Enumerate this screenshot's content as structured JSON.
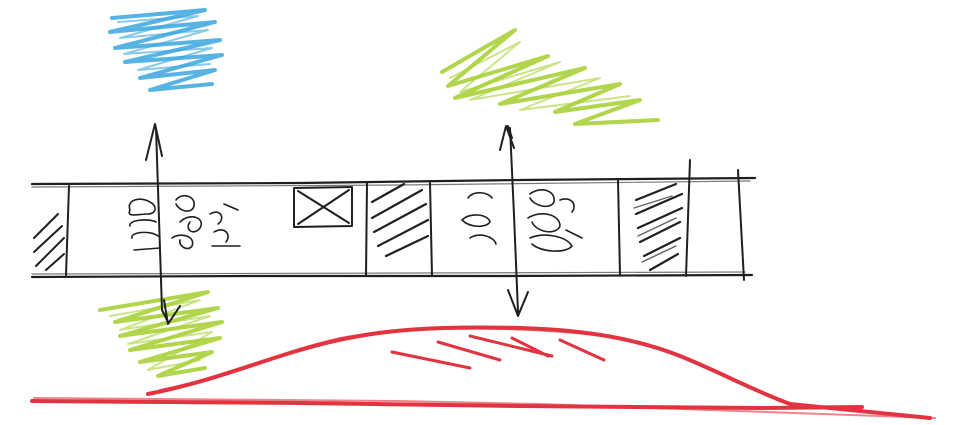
{
  "diagram": {
    "title": "",
    "colors": {
      "ink": "#1f1f1f",
      "blue_scribble": "#3aa6de",
      "green_scribble": "#a8d23a",
      "red_curve": "#e23340",
      "background": "#ffffff"
    },
    "filmstrip": {
      "cells": [
        {
          "content": "hatched"
        },
        {
          "content": "scribbled-figure"
        },
        {
          "content": "crossed-box"
        },
        {
          "content": "hatched"
        },
        {
          "content": "scribbled-figure"
        },
        {
          "content": "hatched"
        },
        {
          "content": "empty"
        }
      ]
    },
    "markers": [
      {
        "id": "left-marker",
        "arrow": "double-headed",
        "top_scribble": "blue",
        "bottom_scribble": "green"
      },
      {
        "id": "right-marker",
        "arrow": "double-headed",
        "top_scribble": "green",
        "bottom_scribble": "none"
      }
    ],
    "curve": {
      "shape": "bell",
      "color": "red",
      "hatch": true
    }
  }
}
